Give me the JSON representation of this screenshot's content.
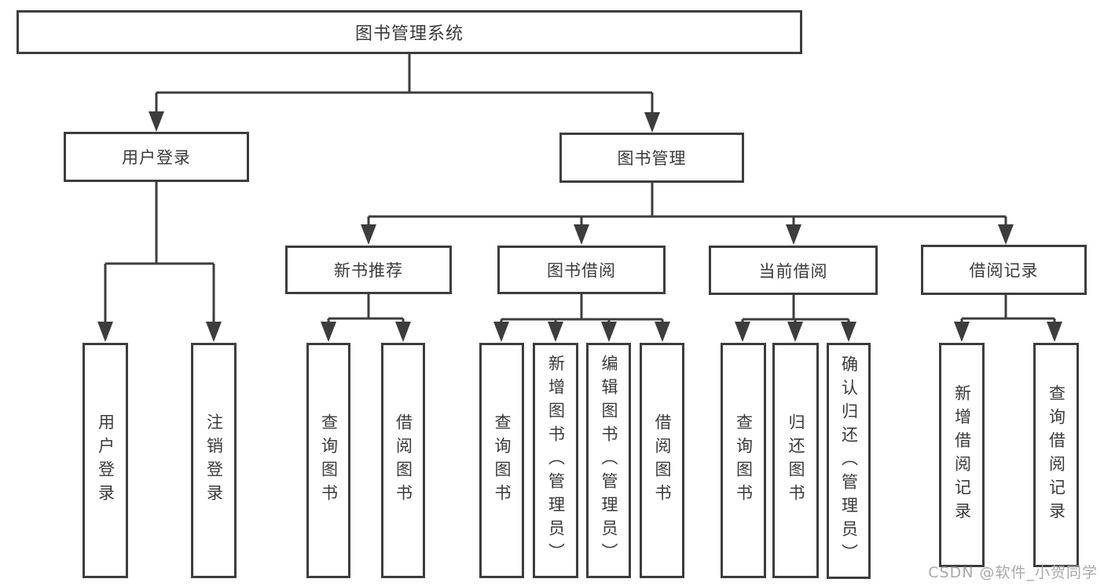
{
  "diagram": {
    "root": {
      "label": "图书管理系统"
    },
    "branches": [
      {
        "label": "用户登录",
        "children": [
          {
            "label": "用户登录"
          },
          {
            "label": "注销登录"
          }
        ]
      },
      {
        "label": "图书管理",
        "children": [
          {
            "label": "新书推荐",
            "children": [
              {
                "label": "查询图书"
              },
              {
                "label": "借阅图书"
              }
            ]
          },
          {
            "label": "图书借阅",
            "children": [
              {
                "label": "查询图书"
              },
              {
                "label": "新增图书（管理员）"
              },
              {
                "label": "编辑图书（管理员）"
              },
              {
                "label": "借阅图书"
              }
            ]
          },
          {
            "label": "当前借阅",
            "children": [
              {
                "label": "查询图书"
              },
              {
                "label": "归还图书"
              },
              {
                "label": "确认归还（管理员）"
              }
            ]
          },
          {
            "label": "借阅记录",
            "children": [
              {
                "label": "新增借阅记录"
              },
              {
                "label": "查询借阅记录"
              }
            ]
          }
        ]
      }
    ],
    "watermark": "CSDN @软件_小贺同学",
    "colors": {
      "line": "#3d3d3d",
      "box_fill": "#ffffff",
      "text": "#3a3a3a",
      "watermark": "#a9a9a9",
      "background": "#ffffff"
    }
  }
}
